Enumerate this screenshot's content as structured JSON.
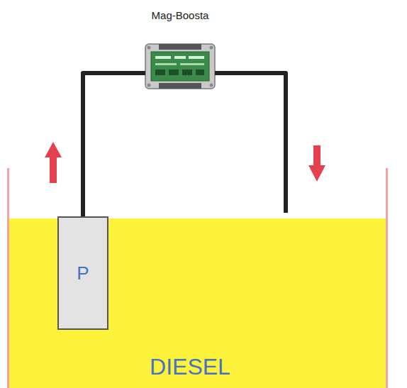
{
  "diagram": {
    "nodes": [
      {
        "text": [
          "Mag-Boosta"
        ]
      },
      {
        "text": [
          "DIESEL"
        ]
      },
      {
        "text": [
          "P"
        ],
        "in": 1
      }
    ],
    "edges": [
      {
        "from": 2,
        "to": 0,
        "arrow": "none"
      },
      {
        "from": 0,
        "to": 1,
        "arrow": "none"
      }
    ]
  }
}
